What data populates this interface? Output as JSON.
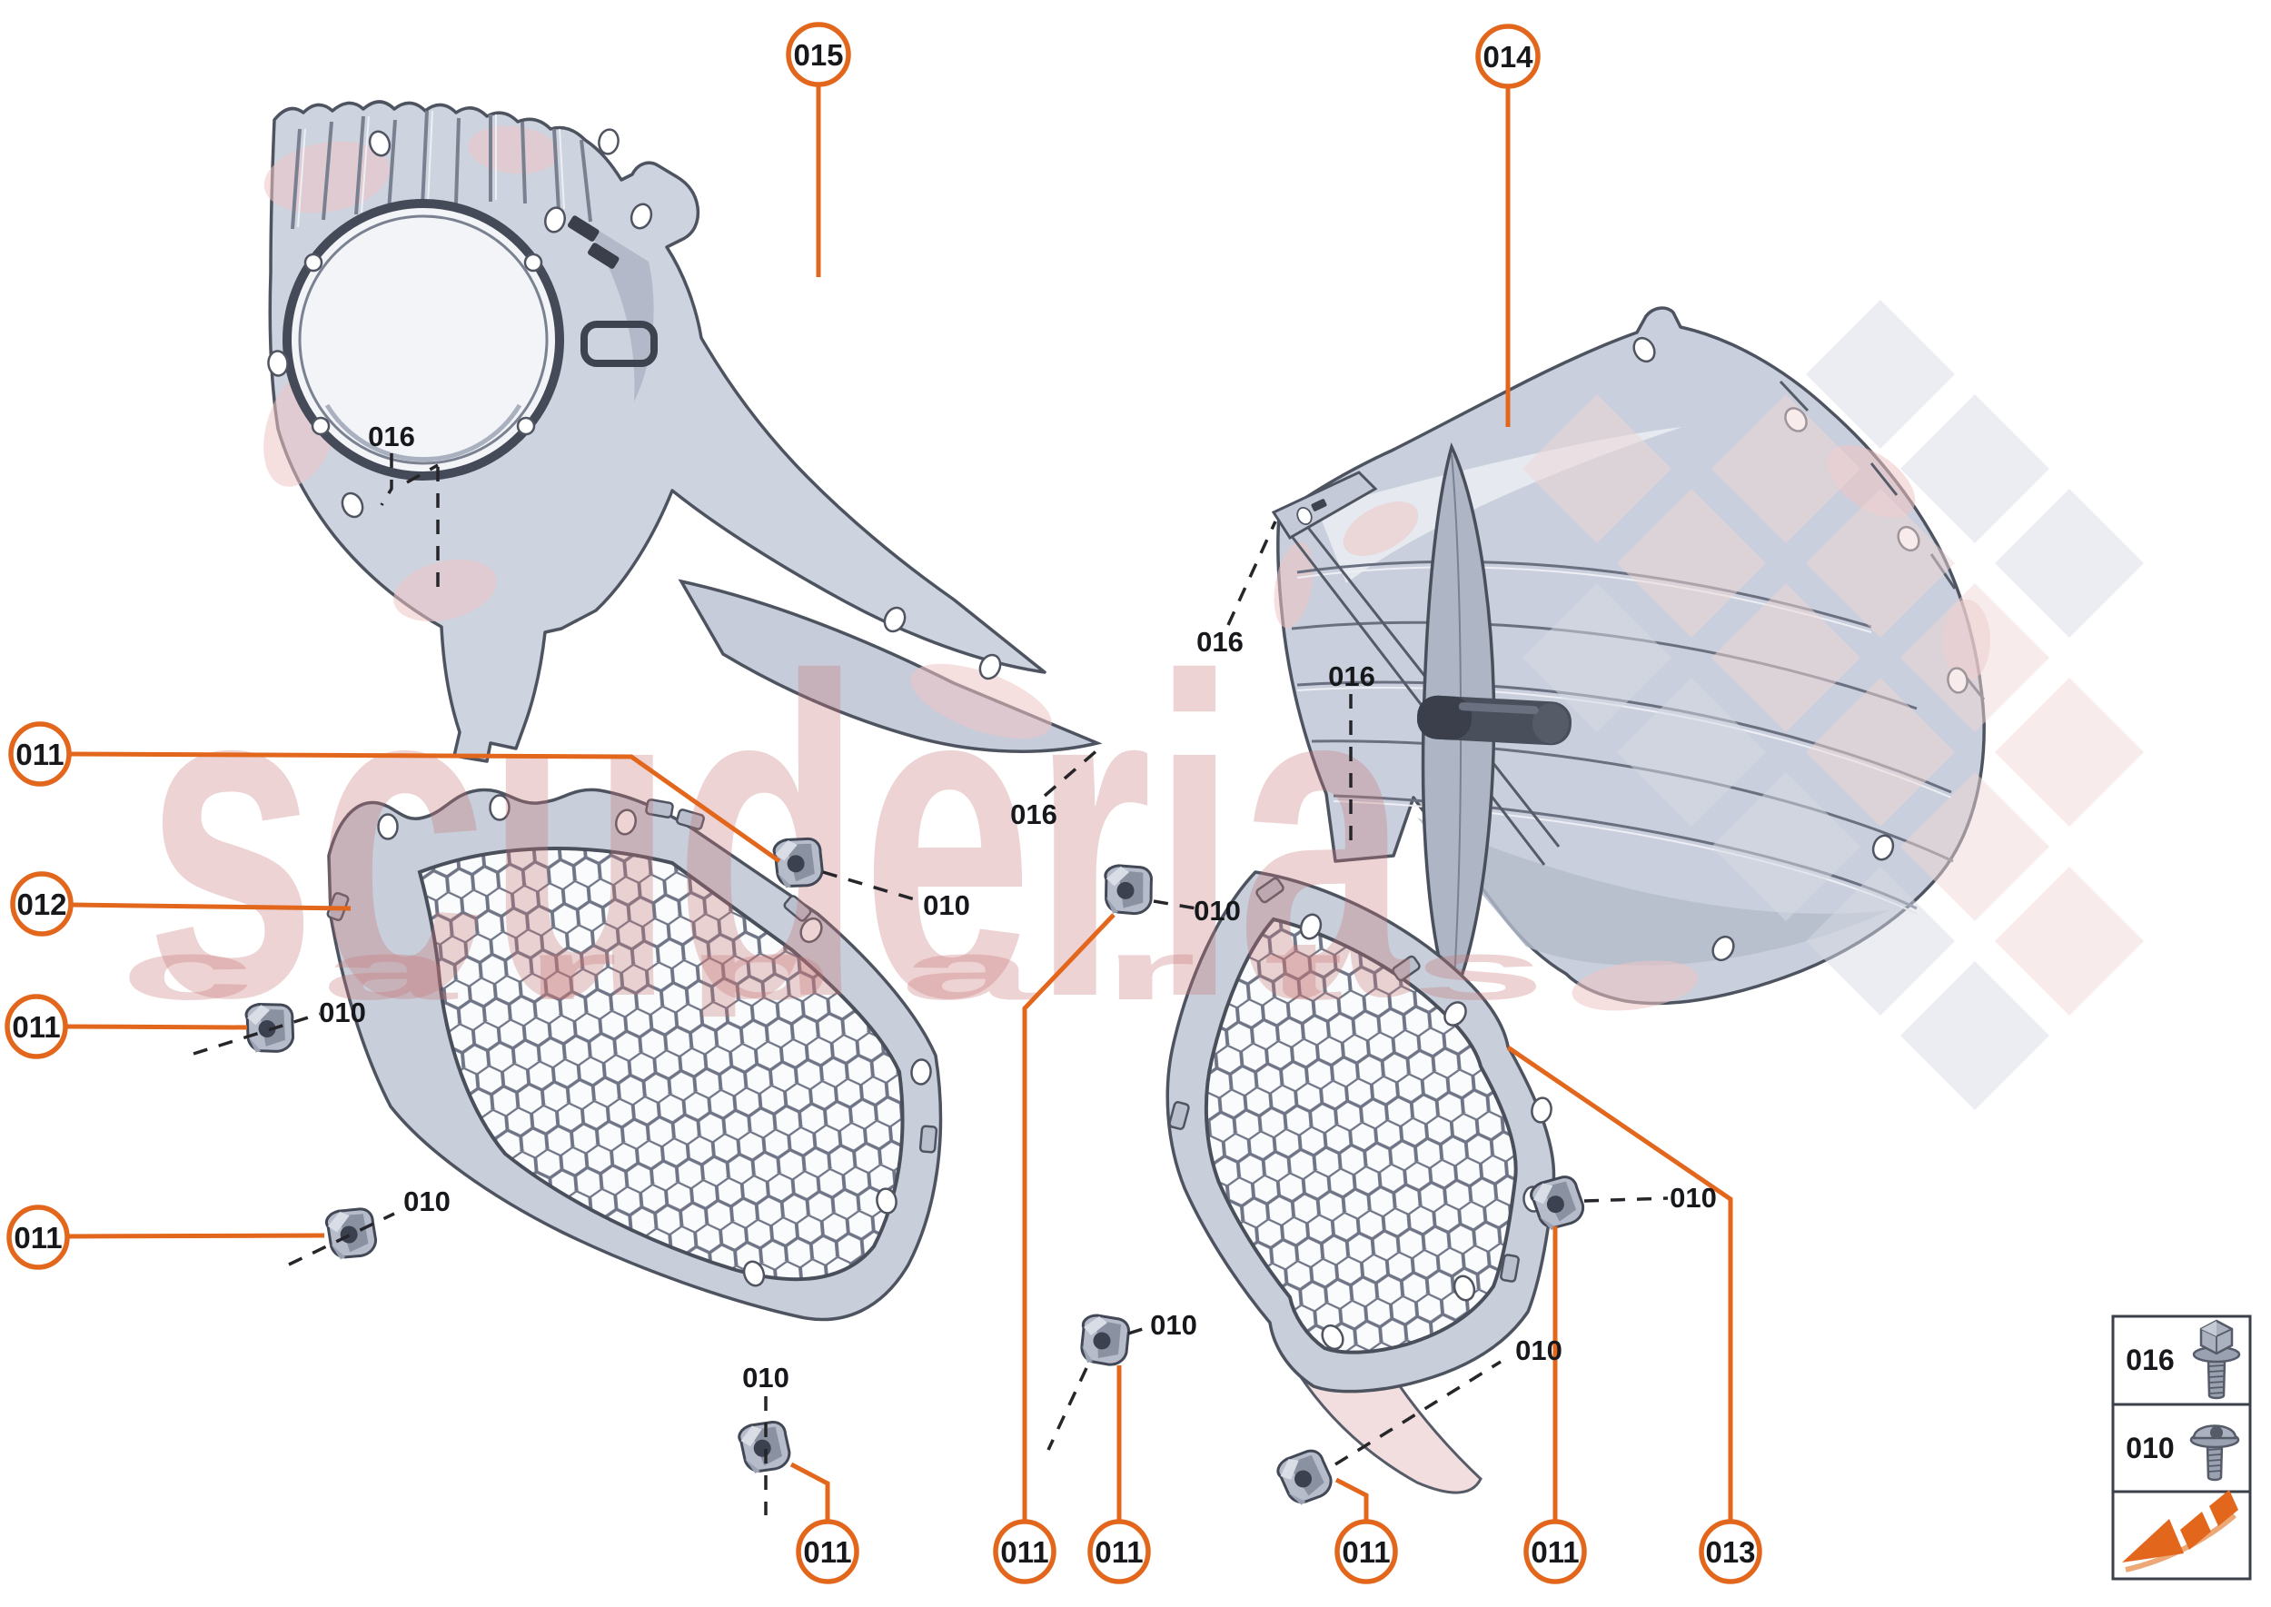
{
  "accent": "#E2671D",
  "watermark": {
    "line1": "scuderia",
    "line2": "c a r      p a r t s"
  },
  "badges": [
    {
      "label": "015"
    },
    {
      "label": "014"
    },
    {
      "label": "011"
    },
    {
      "label": "012"
    },
    {
      "label": "011"
    },
    {
      "label": "011"
    },
    {
      "label": "011"
    },
    {
      "label": "011"
    },
    {
      "label": "011"
    },
    {
      "label": "011"
    },
    {
      "label": "011"
    },
    {
      "label": "013"
    }
  ],
  "labels_016": [
    "016",
    "016",
    "016",
    "016"
  ],
  "labels_010": [
    "010",
    "010",
    "010",
    "010",
    "010",
    "010",
    "010",
    "010"
  ],
  "legend": {
    "row1": "016",
    "row2": "010"
  }
}
